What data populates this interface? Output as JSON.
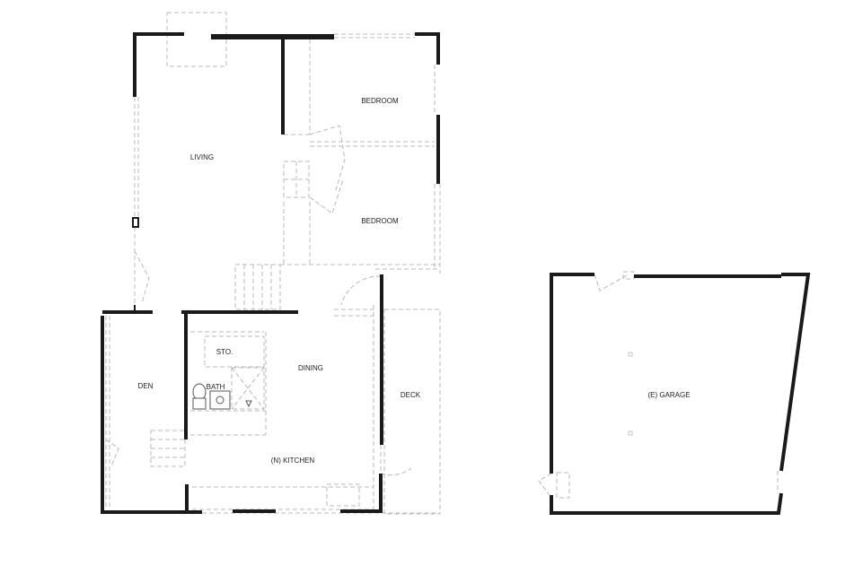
{
  "rooms": {
    "living": "LIVING",
    "bedroom_1": "BEDROOM",
    "bedroom_2": "BEDROOM",
    "den": "DEN",
    "storage": "STO.",
    "bath": "BATH",
    "dining": "DINING",
    "kitchen": "(N) KITCHEN",
    "deck": "DECK",
    "garage": "(E) GARAGE"
  },
  "colors": {
    "wall": "#1a1a1a",
    "existing_dashed": "#b8b8b8",
    "background": "#ffffff"
  }
}
